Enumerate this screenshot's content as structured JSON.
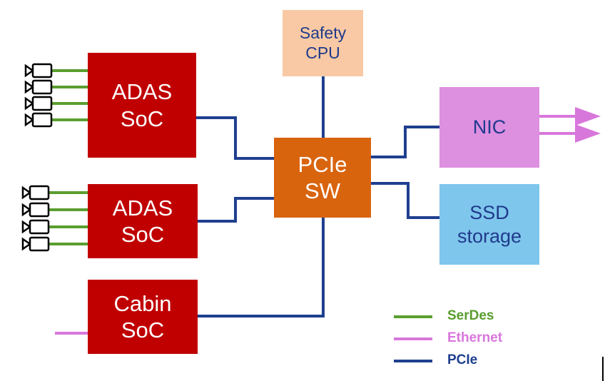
{
  "blocks": {
    "safety_cpu": [
      "Safety",
      "CPU"
    ],
    "adas_soc_1": [
      "ADAS",
      "SoC"
    ],
    "adas_soc_2": [
      "ADAS",
      "SoC"
    ],
    "cabin_soc": [
      "Cabin",
      "SoC"
    ],
    "pcie_sw": [
      "PCIe",
      "SW"
    ],
    "nic": [
      "NIC"
    ],
    "ssd_storage": [
      "SSD",
      "storage"
    ]
  },
  "legend": [
    {
      "label": "SerDes",
      "color": "#5a9e2f"
    },
    {
      "label": "Ethernet",
      "color": "#d877db"
    },
    {
      "label": "PCIe",
      "color": "#1f3f8f"
    }
  ],
  "colors": {
    "serdes": "#5a9e2f",
    "ethernet": "#d877db",
    "pcie": "#1f3f8f",
    "soc_red": "#c00000",
    "switch_orange": "#d9640e"
  },
  "icons": {
    "camera": "camera-icon",
    "output_arrow": "arrow-right-icon"
  }
}
